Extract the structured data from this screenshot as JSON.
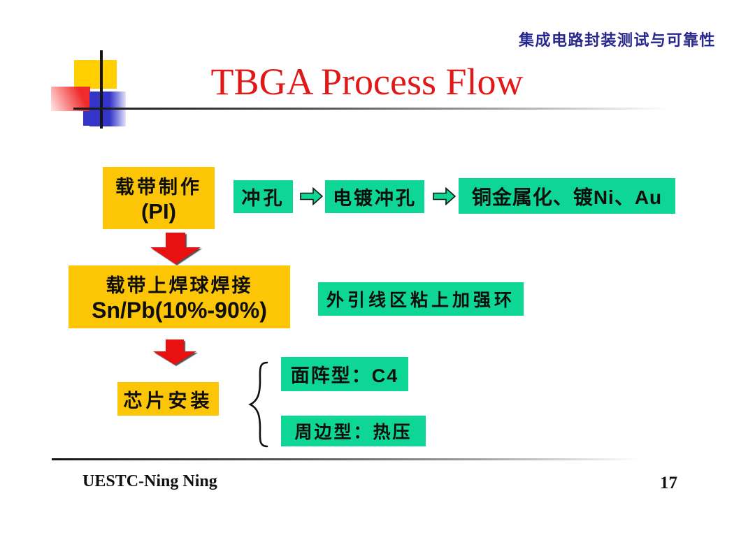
{
  "header": {
    "course_title": "集成电路封装测试与可靠性"
  },
  "slide": {
    "title": "TBGA Process Flow"
  },
  "flow": {
    "tape_fab": {
      "line1": "载带制作",
      "line2": "(PI)"
    },
    "punch": "冲孔",
    "plate_punch": "电镀冲孔",
    "metallization": "铜金属化、镀Ni、Au",
    "ball_attach": {
      "line1": "载带上焊球焊接",
      "line2": "Sn/Pb(10%-90%)"
    },
    "stiffener": "外引线区粘上加强环",
    "die_attach": "芯片安装",
    "area_array": "面阵型：C4",
    "peripheral": "周边型：热压"
  },
  "footer": {
    "author": "UESTC-Ning Ning",
    "page_number": "17"
  },
  "colors": {
    "box_yellow": "#FCC506",
    "box_green": "#0ED795",
    "arrow_red": "#E81010",
    "title_red": "#E01818",
    "header_blue": "#28288C"
  }
}
